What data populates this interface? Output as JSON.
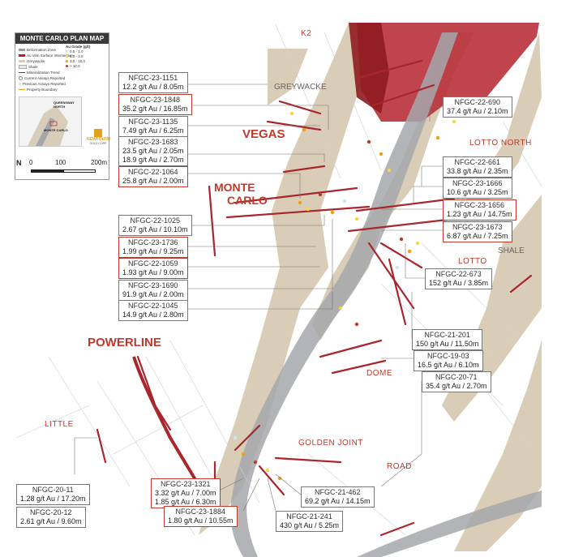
{
  "legend": {
    "title": "MONTE CARLO PLAN MAP",
    "items": [
      {
        "label": "Deformation Zone",
        "color": "#9a9a9a"
      },
      {
        "label": "Au Vein Surface Intersection",
        "color": "#b22222"
      },
      {
        "label": "Greywacke",
        "color": "#d8cdb8"
      },
      {
        "label": "Shale",
        "color": "#e8e8e8"
      },
      {
        "label": "Mineralization Trend",
        "color": "#b22222"
      },
      {
        "label": "Current Assays Reported",
        "color": "#ffffff"
      },
      {
        "label": "Previous Assays Reported",
        "color": "#dddddd"
      },
      {
        "label": "Property Boundary",
        "color": "#e3a21a"
      }
    ],
    "grade_title": "Au Grade (g/t)",
    "grades": [
      {
        "label": "0.5 - 1.0",
        "color": "#c8e6f5"
      },
      {
        "label": "1.0 - 3.0",
        "color": "#f6d44a"
      },
      {
        "label": "3.0 - 10.0",
        "color": "#f39c12"
      },
      {
        "label": "> 10.0",
        "color": "#c0392b"
      }
    ],
    "inset_labels": {
      "queensway": "QUEENSWAY NORTH",
      "monte": "MONTE CARLO"
    },
    "logo_text": "NEWFOUND",
    "logo_sub": "GOLD CORP",
    "scale": {
      "zero": "0",
      "mid": "100",
      "end": "200m"
    },
    "north": "N"
  },
  "zones": {
    "k2": "K2",
    "greywacke": "GREYWACKE",
    "vegas": "VEGAS",
    "monte": "MONTE",
    "carlo": "CARLO",
    "lotto_north": "LOTTO NORTH",
    "shale": "SHALE",
    "lotto": "LOTTO",
    "powerline": "POWERLINE",
    "dome": "DOME",
    "little": "LITTLE",
    "golden_joint": "GOLDEN JOINT",
    "road": "ROAD"
  },
  "callouts": [
    {
      "hole": "NFGC-23-1151",
      "lines": [
        "12.2 g/t Au / 8.05m"
      ]
    },
    {
      "hole": "NFGC-23-1848",
      "lines": [
        "35.2 g/t Au / 16.85m"
      ]
    },
    {
      "hole": "NFGC-23-1135",
      "lines": [
        "7.49 g/t Au / 6.25m"
      ]
    },
    {
      "hole": "NFGC-23-1683",
      "lines": [
        "23.5 g/t Au / 2.05m",
        "18.9 g/t Au / 2.70m"
      ]
    },
    {
      "hole": "NFGC-22-1064",
      "lines": [
        "25.8 g/t Au / 2.00m"
      ]
    },
    {
      "hole": "NFGC-22-1025",
      "lines": [
        "2.67 g/t Au / 10.10m"
      ]
    },
    {
      "hole": "NFGC-23-1736",
      "lines": [
        "1.99 g/t Au / 9.25m"
      ]
    },
    {
      "hole": "NFGC-22-1059",
      "lines": [
        "1.93 g/t Au / 9.00m"
      ]
    },
    {
      "hole": "NFGC-23-1690",
      "lines": [
        "91.9 g/t Au / 2.00m"
      ]
    },
    {
      "hole": "NFGC-22-1045",
      "lines": [
        "14.9 g/t Au / 2.80m"
      ]
    },
    {
      "hole": "NFGC-22-690",
      "lines": [
        "37.4 g/t Au / 2.10m"
      ]
    },
    {
      "hole": "NFGC-22-661",
      "lines": [
        "33.8 g/t Au / 2.35m"
      ]
    },
    {
      "hole": "NFGC-23-1666",
      "lines": [
        "10.6 g/t Au / 3.25m"
      ]
    },
    {
      "hole": "NFGC-23-1656",
      "lines": [
        "1.23 g/t Au / 14.75m"
      ]
    },
    {
      "hole": "NFGC-23-1673",
      "lines": [
        "6.87 g/t Au / 7.25m"
      ]
    },
    {
      "hole": "NFGC-22-673",
      "lines": [
        "152 g/t Au / 3.85m"
      ]
    },
    {
      "hole": "NFGC-21-201",
      "lines": [
        "150 g/t Au / 11.50m"
      ]
    },
    {
      "hole": "NFGC-19-03",
      "lines": [
        "16.5 g/t Au / 6.10m"
      ]
    },
    {
      "hole": "NFGC-20-71",
      "lines": [
        "35.4 g/t Au / 2.70m"
      ]
    },
    {
      "hole": "NFGC-20-11",
      "lines": [
        "1.28 g/t Au / 17.20m"
      ]
    },
    {
      "hole": "NFGC-20-12",
      "lines": [
        "2.61 g/t Au / 9.60m"
      ]
    },
    {
      "hole": "NFGC-23-1321",
      "lines": [
        "3.32 g/t Au / 7.00m",
        "1.85 g/t Au / 6.30m"
      ]
    },
    {
      "hole": "NFGC-23-1884",
      "lines": [
        "1.80 g/t Au / 10.55m"
      ]
    },
    {
      "hole": "NFGC-21-462",
      "lines": [
        "69.2 g/t Au / 14.15m"
      ]
    },
    {
      "hole": "NFGC-21-241",
      "lines": [
        "430 g/t Au / 5.25m"
      ]
    }
  ]
}
